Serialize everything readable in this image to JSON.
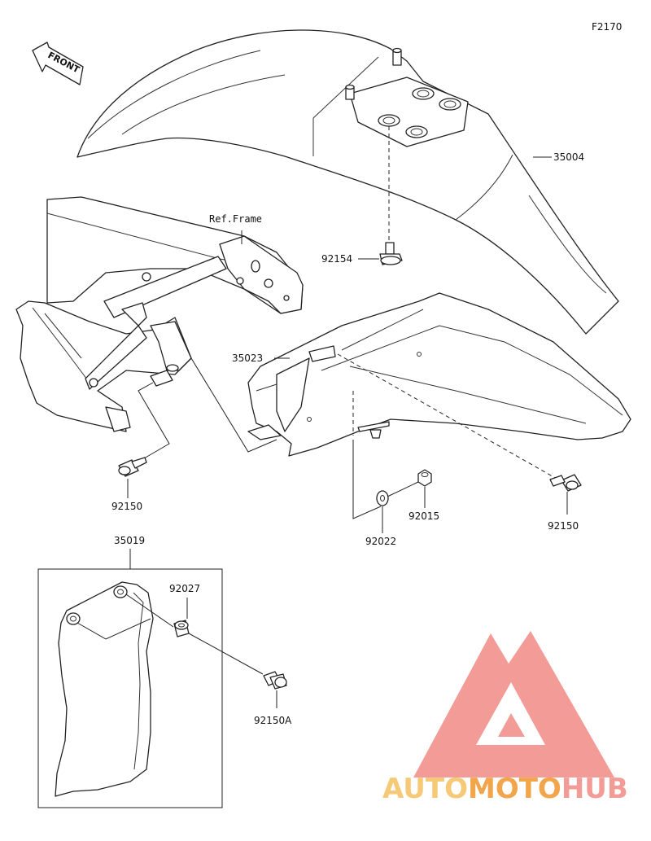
{
  "figure_code": "F2170",
  "front_arrow_label": "FRONT",
  "ref_frame_label": "Ref.Frame",
  "parts": {
    "front_fender": "35004",
    "fender_stud": "92154",
    "rear_fender_cover": "35023",
    "bolt_left": "92150",
    "bolt_right": "92150",
    "nut": "92015",
    "washer": "92022",
    "mud_flap": "35019",
    "collar": "92027",
    "bolt_flap": "92150A"
  },
  "watermark": {
    "part1": "AUTO",
    "part2": "MOTO",
    "part3": "HUB",
    "color_light": "#f6c977",
    "color_orange": "#f2a54a",
    "color_red": "#f39b97"
  }
}
